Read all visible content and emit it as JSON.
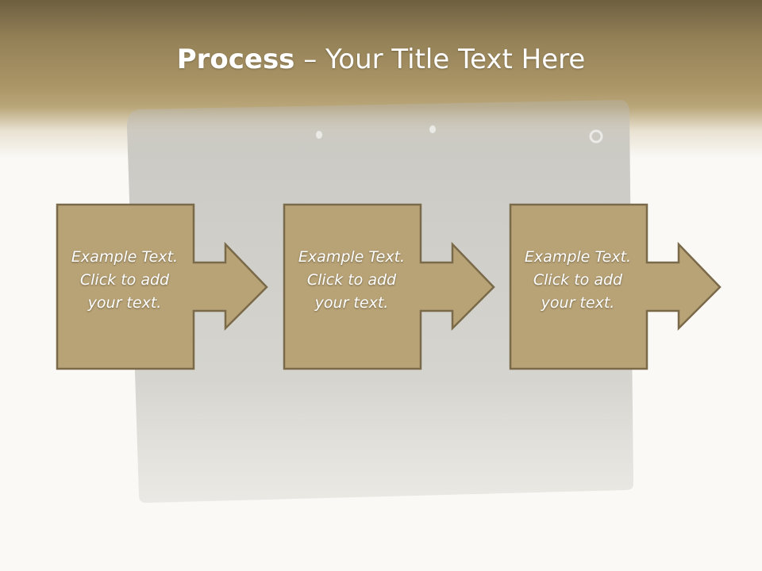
{
  "slide": {
    "title_bold": "Process",
    "title_rest": " – Your Title Text Here"
  },
  "steps": [
    {
      "lines": [
        "Example Text.",
        "Click  to add",
        "your text."
      ]
    },
    {
      "lines": [
        "Example Text.",
        "Click  to add",
        "your text."
      ]
    },
    {
      "lines": [
        "Example Text.",
        "Click  to add",
        "your text."
      ]
    }
  ],
  "colors": {
    "header": "#a08c5f",
    "box_fill": "#b8a377",
    "box_stroke": "#7a6a4a",
    "board": "#cbcac4",
    "background": "#faf9f5"
  }
}
